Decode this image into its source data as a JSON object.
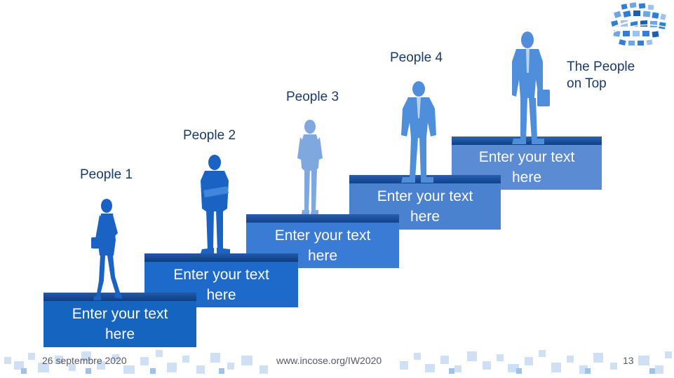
{
  "labels": {
    "people1": "People 1",
    "people2": "People 2",
    "people3": "People 3",
    "people4": "People 4",
    "top_line1": "The People",
    "top_line2": "on Top"
  },
  "steps": [
    {
      "line1": "Enter your text",
      "line2": "here"
    },
    {
      "line1": "Enter your text",
      "line2": "here"
    },
    {
      "line1": "Enter your text",
      "line2": "here"
    },
    {
      "line1": "Enter your text",
      "line2": "here"
    },
    {
      "line1": "Enter your text",
      "line2": "here"
    }
  ],
  "footer": {
    "date": "26 septembre 2020",
    "url": "www.incose.org/IW2020",
    "page": "13"
  },
  "colors": {
    "step_dark": "#1565c0",
    "step_mid": "#3a7bd5",
    "step_light": "#5b8ed6",
    "step_top": "#0d3f86",
    "figure_dark": "#1a62c4",
    "figure_light": "#7fa8de"
  },
  "icons": {
    "logo": "globe-mosaic-logo"
  }
}
